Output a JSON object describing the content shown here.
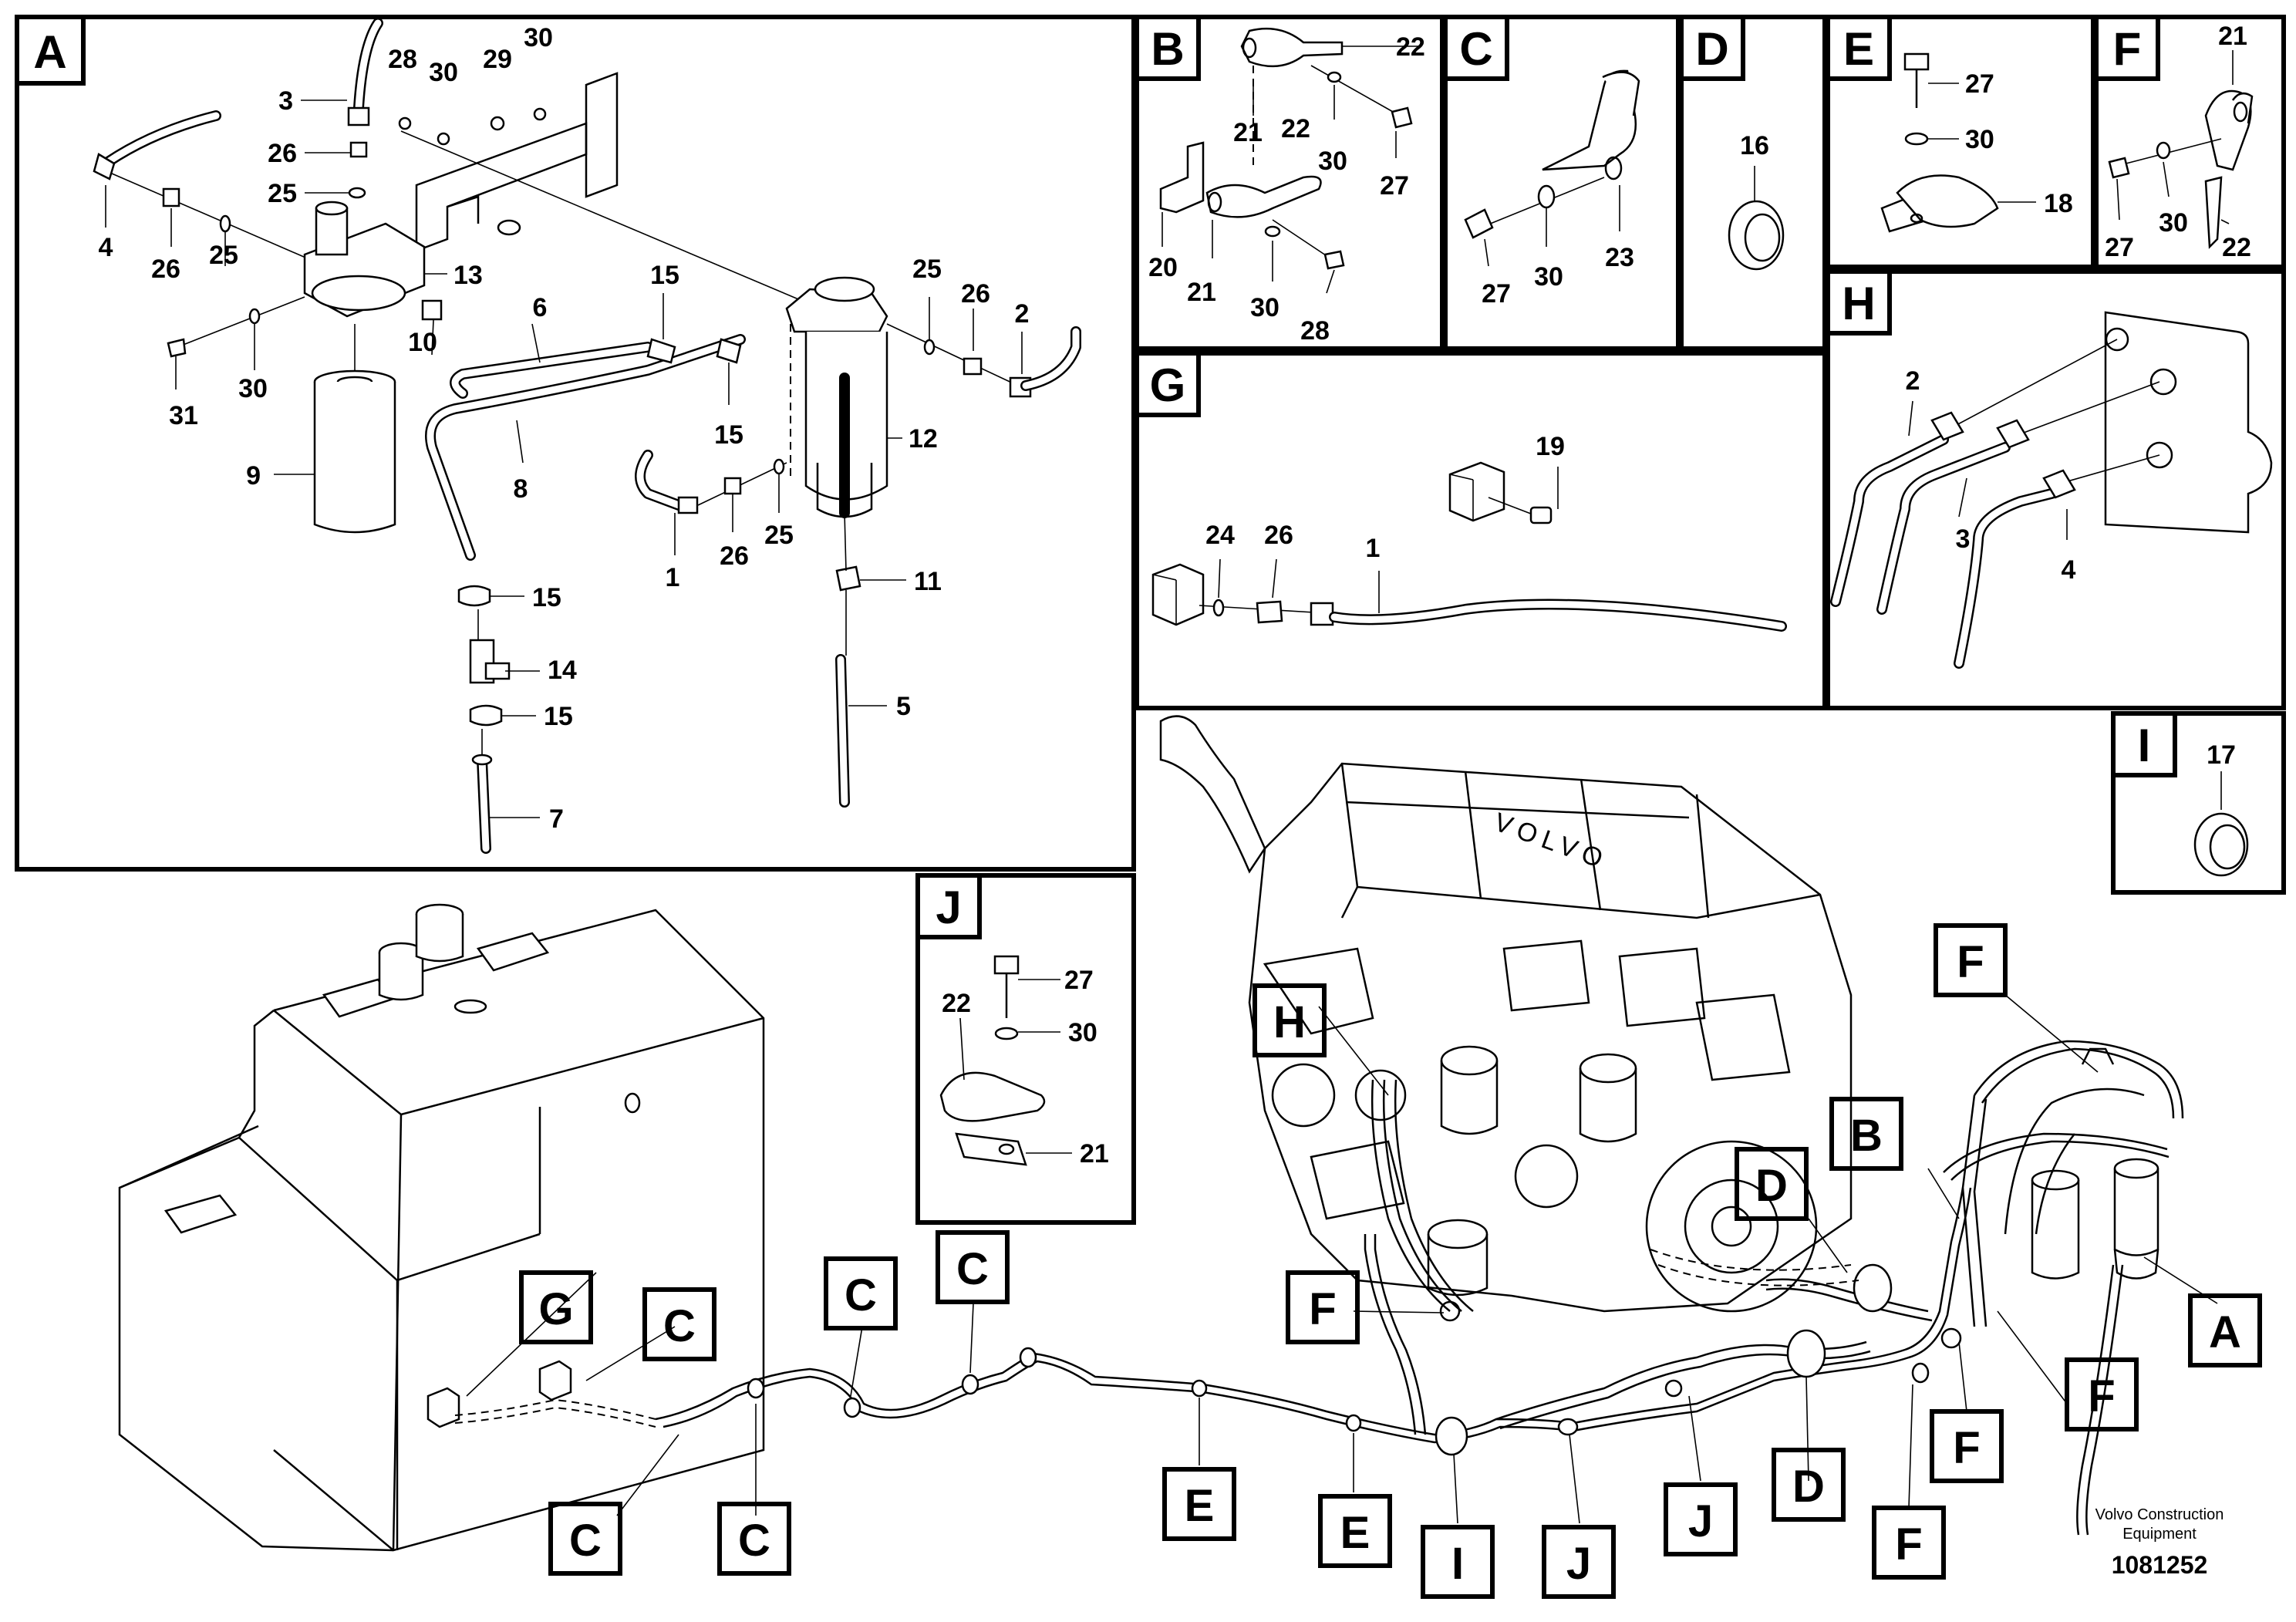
{
  "panels": {
    "A": {
      "letter": "A"
    },
    "B": {
      "letter": "B"
    },
    "C": {
      "letter": "C"
    },
    "D": {
      "letter": "D"
    },
    "E": {
      "letter": "E"
    },
    "F": {
      "letter": "F"
    },
    "G": {
      "letter": "G"
    },
    "H": {
      "letter": "H"
    },
    "I": {
      "letter": "I"
    },
    "J": {
      "letter": "J"
    }
  },
  "part_numbers": {
    "p1": "1",
    "p2": "2",
    "p3": "3",
    "p4": "4",
    "p5": "5",
    "p6": "6",
    "p7": "7",
    "p8": "8",
    "p9": "9",
    "p10": "10",
    "p11": "11",
    "p12": "12",
    "p13": "13",
    "p14": "14",
    "p15": "15",
    "p16": "16",
    "p17": "17",
    "p18": "18",
    "p19": "19",
    "p20": "20",
    "p21": "21",
    "p22": "22",
    "p23": "23",
    "p24": "24",
    "p25": "25",
    "p26": "26",
    "p27": "27",
    "p28": "28",
    "p29": "29",
    "p30": "30",
    "p31": "31"
  },
  "callouts": {
    "A": "A",
    "B": "B",
    "C": "C",
    "D": "D",
    "E": "E",
    "F": "F",
    "G": "G",
    "H": "H",
    "I": "I",
    "J": "J"
  },
  "engine_brand": "VOLVO",
  "credit": {
    "line1": "Volvo Construction",
    "line2": "Equipment"
  },
  "drawing_number": "1081252"
}
